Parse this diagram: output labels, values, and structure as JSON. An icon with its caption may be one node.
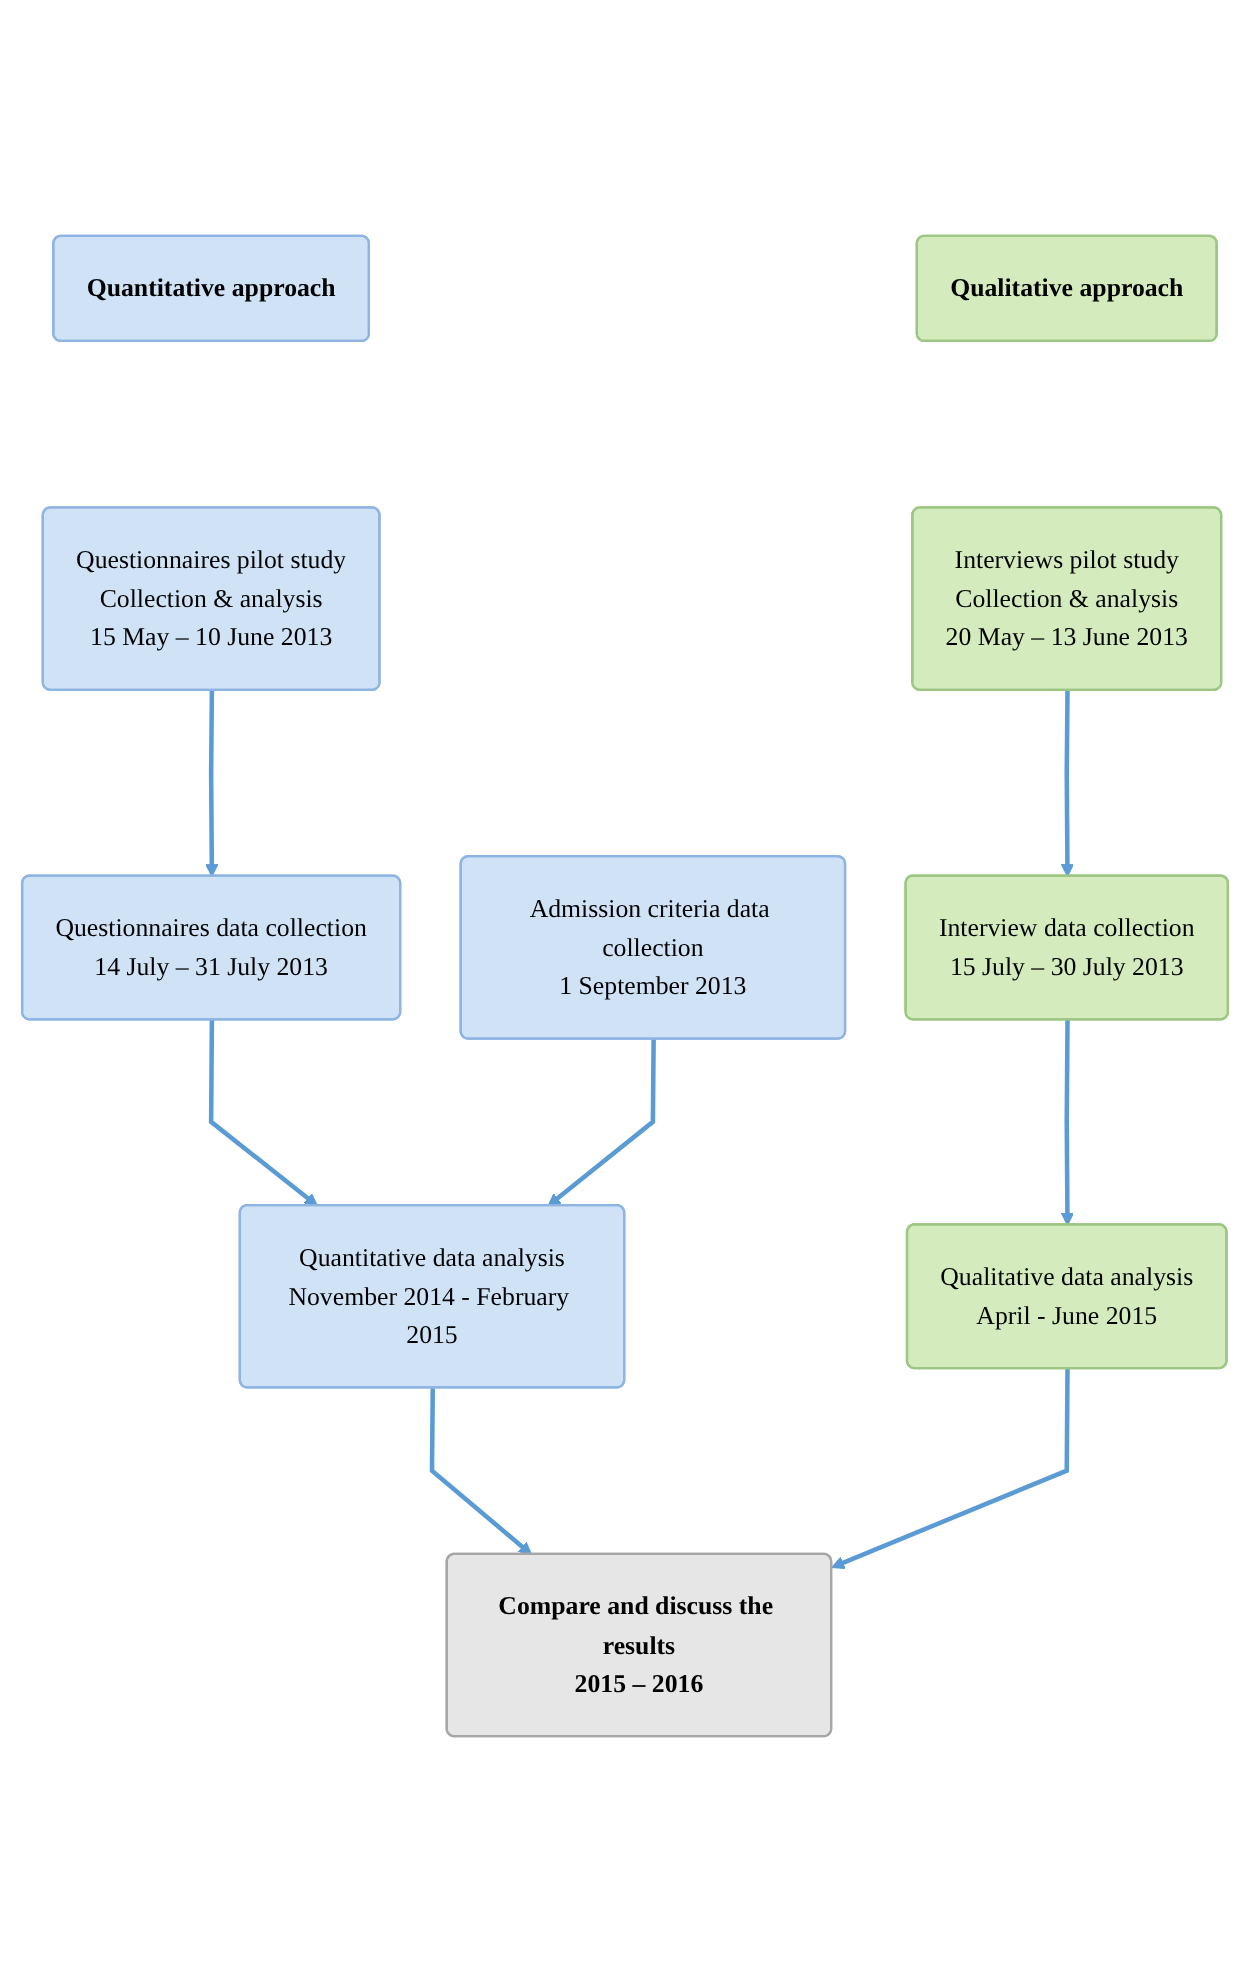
{
  "diagram": {
    "nodes": [
      {
        "text": [
          "Quantitative approach"
        ]
      },
      {
        "text": [
          "Qualitative approach"
        ]
      },
      {
        "text": [
          "Questionnaires pilot study",
          "Collection & analysis",
          "15 May – 10 June 2013"
        ]
      },
      {
        "text": [
          "Interviews pilot study",
          "Collection & analysis",
          "20 May – 13 June 2013"
        ]
      },
      {
        "text": [
          "Questionnaires data collection",
          "14 July – 31 July 2013"
        ]
      },
      {
        "text": [
          "Interview data collection",
          "15 July – 30 July 2013"
        ]
      },
      {
        "text": [
          "Admission criteria data collection",
          "1 September 2013"
        ]
      },
      {
        "text": [
          "Quantitative data analysis",
          "November 2014 - February 2015"
        ]
      },
      {
        "text": [
          "Qualitative data analysis",
          "April - June 2015"
        ]
      },
      {
        "text": [
          "Compare and discuss the results",
          "2015 – 2016"
        ]
      }
    ],
    "edges": [
      {
        "from": 2,
        "to": 4,
        "arrow": "to"
      },
      {
        "from": 3,
        "to": 5,
        "arrow": "to"
      },
      {
        "from": 4,
        "to": 7,
        "arrow": "to"
      },
      {
        "from": 6,
        "to": 7,
        "arrow": "to"
      },
      {
        "from": 5,
        "to": 8,
        "arrow": "to"
      },
      {
        "from": 7,
        "to": 9,
        "arrow": "to"
      },
      {
        "from": 8,
        "to": 9,
        "arrow": "to"
      }
    ]
  }
}
